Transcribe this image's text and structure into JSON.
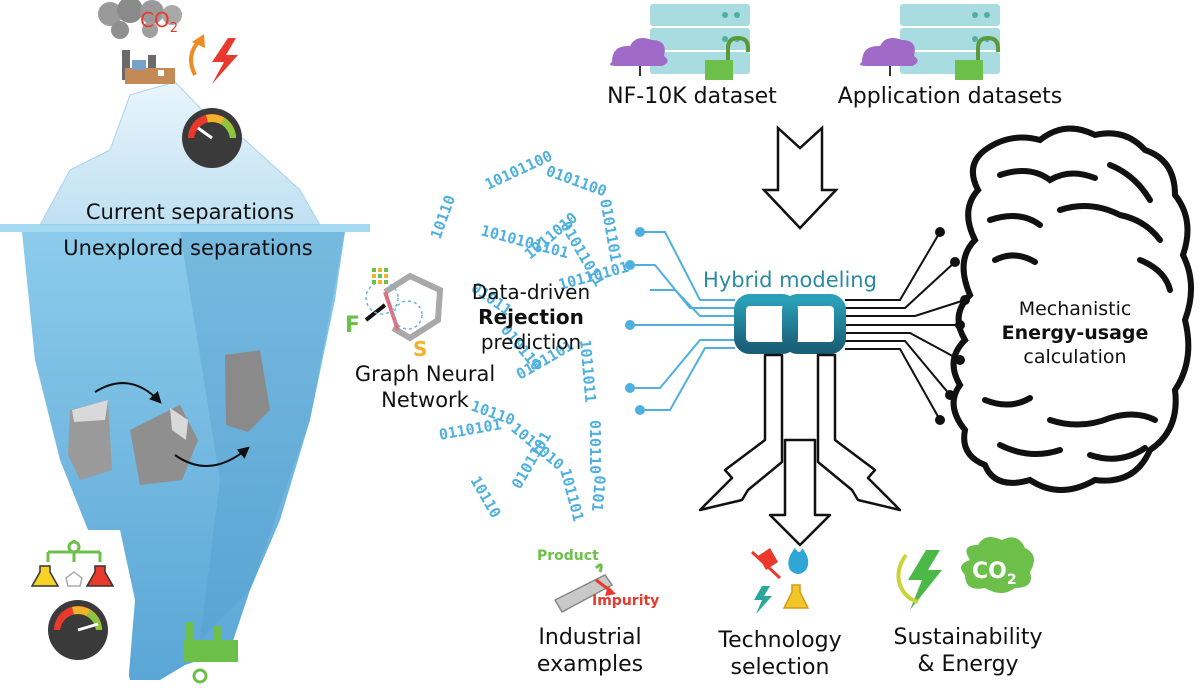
{
  "iceberg": {
    "co2_label": "CO",
    "co2_sub": "2",
    "current_label": "Current separations",
    "unexplored_label": "Unexplored separations"
  },
  "gnn": {
    "atom_f": "F",
    "atom_s": "S",
    "label_line1": "Graph Neural",
    "label_line2": "Network",
    "rejection_line1": "Data-driven",
    "rejection_line2": "Rejection",
    "rejection_line3": "prediction"
  },
  "datasets": {
    "nf10k": "NF-10K dataset",
    "application": "Application datasets"
  },
  "hybrid": {
    "label": "Hybrid modeling"
  },
  "brain": {
    "line1": "Mechanistic",
    "line2": "Energy-usage",
    "line3": "calculation"
  },
  "outputs": {
    "product": "Product",
    "impurity": "Impurity",
    "industrial_line1": "Industrial",
    "industrial_line2": "examples",
    "technology_line1": "Technology",
    "technology_line2": "selection",
    "sustainability_line1": "Sustainability",
    "sustainability_line2": "& Energy",
    "co2_cloud": "CO",
    "co2_cloud_sub": "2"
  },
  "colors": {
    "ice_top": "#cde8f6",
    "ice_bottom": "#6fb4dc",
    "binary": "#4fb0e0",
    "teal": "#2a8aa0",
    "green": "#6cc04a",
    "red": "#e8392c"
  }
}
